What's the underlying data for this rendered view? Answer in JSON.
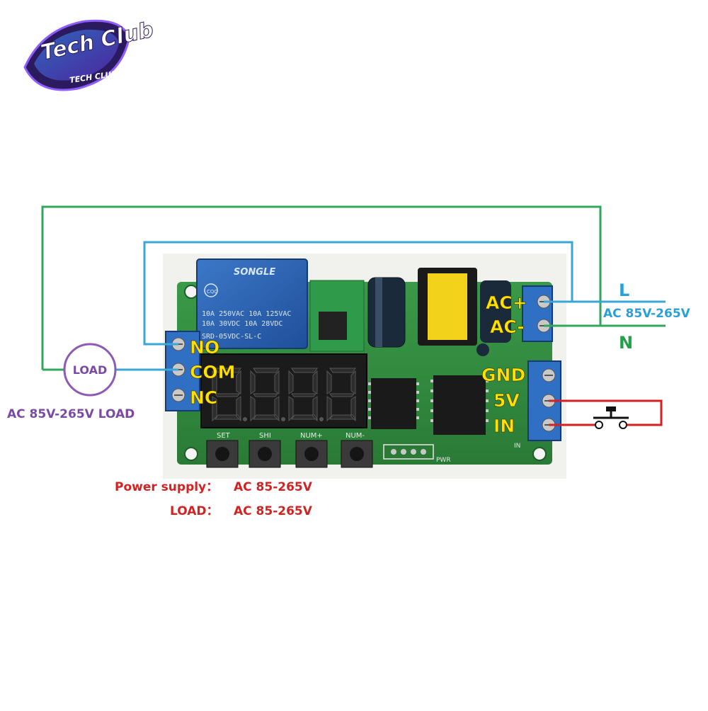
{
  "logo": {
    "main": "Tech Club",
    "sub": "TECH CLUB"
  },
  "relay": {
    "brand": "SONGLE",
    "rating_1": "10A 250VAC 10A 125VAC",
    "rating_2": "10A 30VDC 10A 28VDC",
    "model": "SRD-05VDC-SL-C",
    "cert": "CQC"
  },
  "terminals_left": {
    "no": "NO",
    "com": "COM",
    "nc": "NC"
  },
  "terminals_right_top": {
    "ac_plus": "AC+",
    "ac_minus": "AC-"
  },
  "terminals_right_bottom": {
    "gnd": "GND",
    "v5": "5V",
    "in": "IN"
  },
  "load": {
    "circle_label": "LOAD",
    "caption": "AC 85V-265V LOAD"
  },
  "mains": {
    "l": "L",
    "n": "N",
    "voltage": "AC 85V-265V"
  },
  "board_buttons": [
    "SET",
    "SHI",
    "NUM+",
    "NUM-"
  ],
  "board_silk": {
    "pwr": "PWR",
    "in": "IN"
  },
  "notes": {
    "power_supply_label": "Power supply：",
    "power_supply_value": "AC 85-265V",
    "load_label": "LOAD：",
    "load_value": "AC 85-265V"
  },
  "colors": {
    "wire_green": "#2fa85c",
    "wire_blue": "#3aa6d6",
    "wire_red": "#d42020",
    "pcb_green": "#2f8a3c",
    "label_yellow": "#ffe000",
    "terminal_blue": "#2f6fc4"
  }
}
